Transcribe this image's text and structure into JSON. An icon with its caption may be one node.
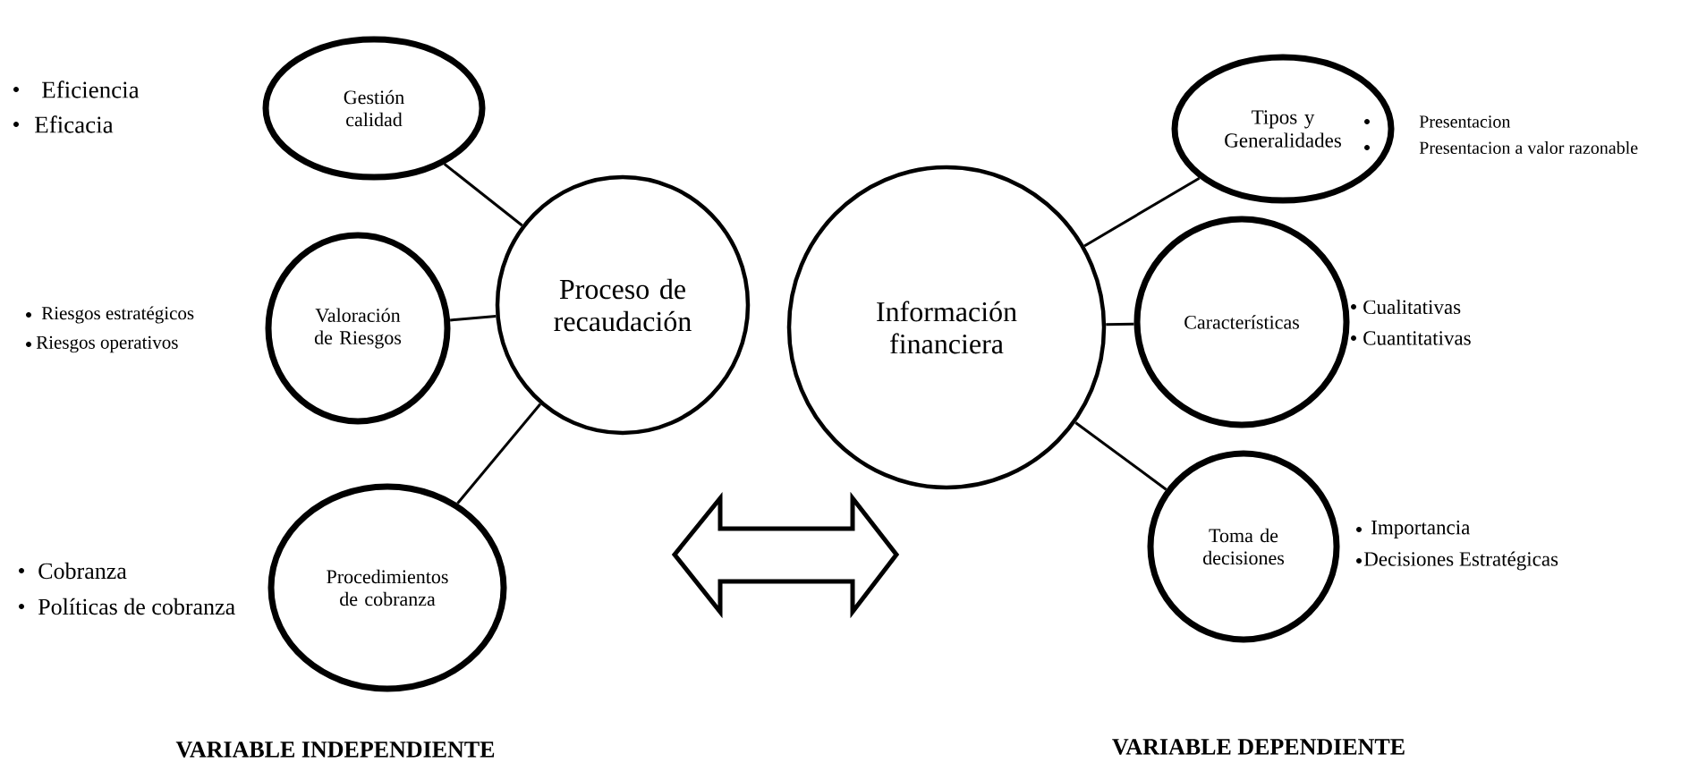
{
  "diagram": {
    "nodes": [
      {
        "text": [
          "Proceso de recaudación"
        ]
      },
      {
        "text": [
          "Gestión calidad"
        ],
        "beside": [
          "Eficiencia",
          "Eficacia"
        ]
      },
      {
        "text": [
          "Valoración de Riesgos"
        ],
        "beside": [
          "Riesgos estratégicos",
          "Riesgos operativos"
        ]
      },
      {
        "text": [
          "Procedimientos de cobranza"
        ],
        "beside": [
          "Cobranza",
          "Políticas de cobranza"
        ]
      },
      {
        "text": [
          "Información financiera"
        ]
      },
      {
        "text": [
          "Tipos y Generalidades"
        ],
        "beside": [
          "Presentacion",
          "Presentacion a valor razonable"
        ]
      },
      {
        "text": [
          "Características"
        ],
        "beside": [
          "Cualitativas",
          "Cuantitativas"
        ]
      },
      {
        "text": [
          "Toma de decisiones"
        ],
        "beside": [
          "Importancia",
          "Decisiones Estratégicas"
        ]
      }
    ],
    "edges": [
      {
        "from": 1,
        "to": 0,
        "arrow": "none"
      },
      {
        "from": 2,
        "to": 0,
        "arrow": "none"
      },
      {
        "from": 3,
        "to": 0,
        "arrow": "none"
      },
      {
        "from": 4,
        "to": 5,
        "arrow": "none"
      },
      {
        "from": 4,
        "to": 6,
        "arrow": "none"
      },
      {
        "from": 4,
        "to": 7,
        "arrow": "none"
      }
    ],
    "labels": [
      "VARIABLE INDEPENDIENTE",
      "VARIABLE DEPENDIENTE"
    ]
  }
}
